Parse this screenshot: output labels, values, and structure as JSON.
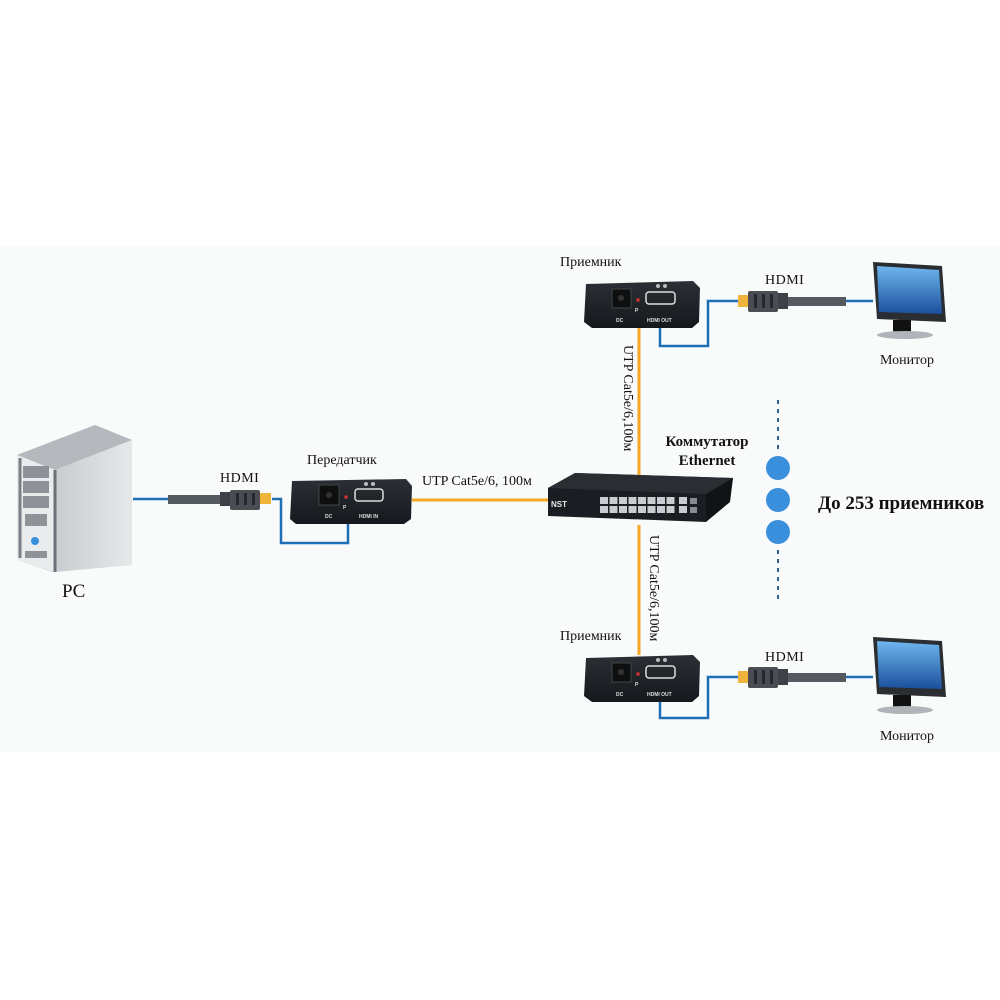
{
  "colors": {
    "utp_cable": "#f5a623",
    "hdmi_wire": "#1f6fb5",
    "dots": "#3a8fdc",
    "background_panel": "#f9fbfb",
    "device_body": "#1f2328"
  },
  "nodes": {
    "pc": {
      "label": "PC"
    },
    "transmitter": {
      "label": "Передатчик",
      "ports": {
        "dc": "DC",
        "power": "P",
        "hdmi": "HDMI IN"
      }
    },
    "switch": {
      "label_line1": "Коммутатор",
      "label_line2": "Ethernet",
      "brand": "NST"
    },
    "receiver_top": {
      "label": "Приемник",
      "ports": {
        "dc": "DC",
        "power": "P",
        "hdmi": "HDMI OUT"
      }
    },
    "receiver_bottom": {
      "label": "Приемник",
      "ports": {
        "dc": "DC",
        "power": "P",
        "hdmi": "HDMI OUT"
      }
    },
    "monitor_top": {
      "label": "Монитор"
    },
    "monitor_bottom": {
      "label": "Монитор"
    }
  },
  "links": {
    "pc_hdmi": "HDMI",
    "tx_to_switch": "UTP Cat5e/6, 100м",
    "switch_to_rx_top": "UTP Cat5e/6,100м",
    "switch_to_rx_bottom": "UTP Cat5e/6,100м",
    "rx_top_hdmi": "HDMI",
    "rx_bottom_hdmi": "HDMI"
  },
  "more_receivers": {
    "label": "До 253 приемников",
    "dot_count": 3
  }
}
